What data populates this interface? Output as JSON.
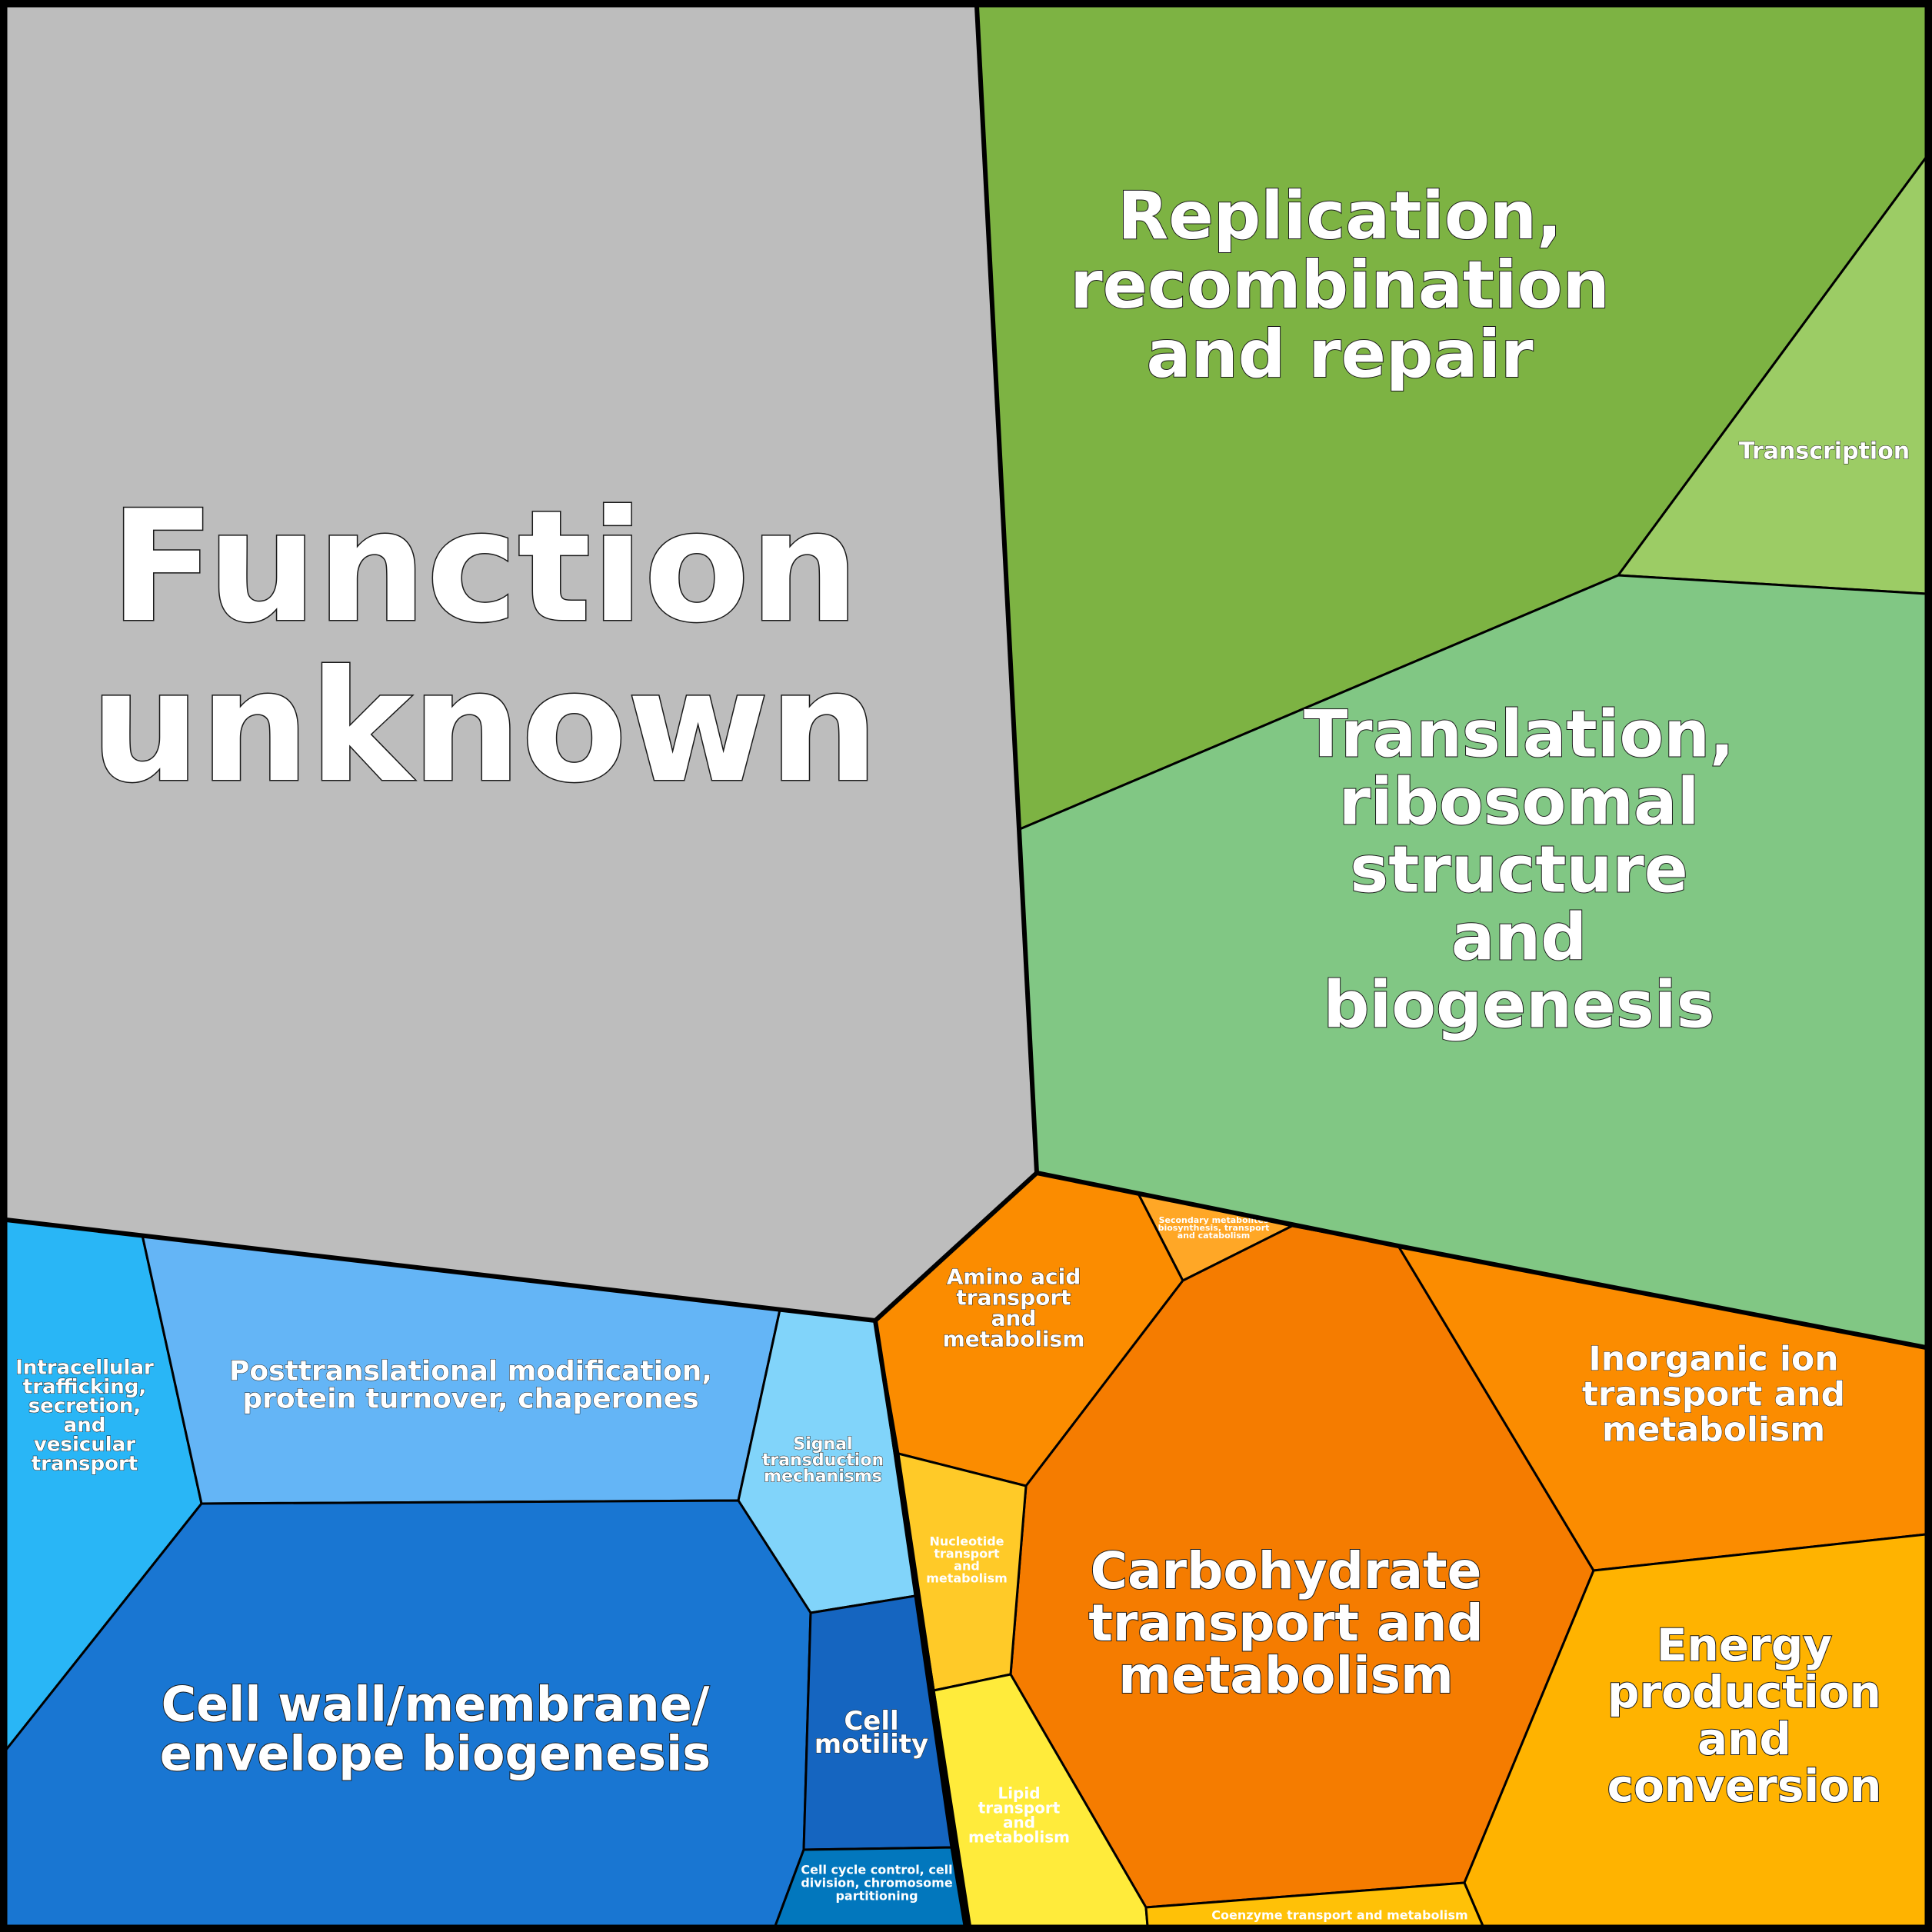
{
  "chart_data": {
    "type": "voronoi-treemap",
    "title": "",
    "cells": [
      {
        "id": "function-unknown",
        "label": "Function unknown",
        "color": "#bdbdbd"
      },
      {
        "id": "replication",
        "label": "Replication, recombination and repair",
        "color": "#7db343"
      },
      {
        "id": "transcription",
        "label": "Transcription",
        "color": "#9ccc65"
      },
      {
        "id": "translation",
        "label": "Translation, ribosomal structure and biogenesis",
        "color": "#81c784"
      },
      {
        "id": "intracellular-trafficking",
        "label": "Intracellular trafficking, secretion, and vesicular transport",
        "color": "#29b6f6"
      },
      {
        "id": "posttranslational",
        "label": "Posttranslational modification, protein turnover, chaperones",
        "color": "#64b5f6"
      },
      {
        "id": "signal-transduction",
        "label": "Signal transduction mechanisms",
        "color": "#81d4fa"
      },
      {
        "id": "cell-wall",
        "label": "Cell wall/membrane/ envelope biogenesis",
        "color": "#1976d2"
      },
      {
        "id": "cell-motility",
        "label": "Cell motility",
        "color": "#1565c0"
      },
      {
        "id": "cell-cycle",
        "label": "Cell cycle control, cell division, chromosome partitioning",
        "color": "#0277bd"
      },
      {
        "id": "amino-acid",
        "label": "Amino acid transport and metabolism",
        "color": "#fb8c00"
      },
      {
        "id": "secondary-metabolites",
        "label": "Secondary metabolites biosynthesis, transport and catabolism",
        "color": "#ffa726"
      },
      {
        "id": "carbohydrate",
        "label": "Carbohydrate transport and metabolism",
        "color": "#f57c00"
      },
      {
        "id": "inorganic-ion",
        "label": "Inorganic ion transport and metabolism",
        "color": "#fb8c00"
      },
      {
        "id": "nucleotide",
        "label": "Nucleotide transport and metabolism",
        "color": "#ffca28"
      },
      {
        "id": "lipid",
        "label": "Lipid transport and metabolism",
        "color": "#ffeb3b"
      },
      {
        "id": "energy",
        "label": "Energy production and conversion",
        "color": "#ffb300"
      },
      {
        "id": "coenzyme",
        "label": "Coenzyme transport and metabolism",
        "color": "#ffc107"
      }
    ]
  }
}
